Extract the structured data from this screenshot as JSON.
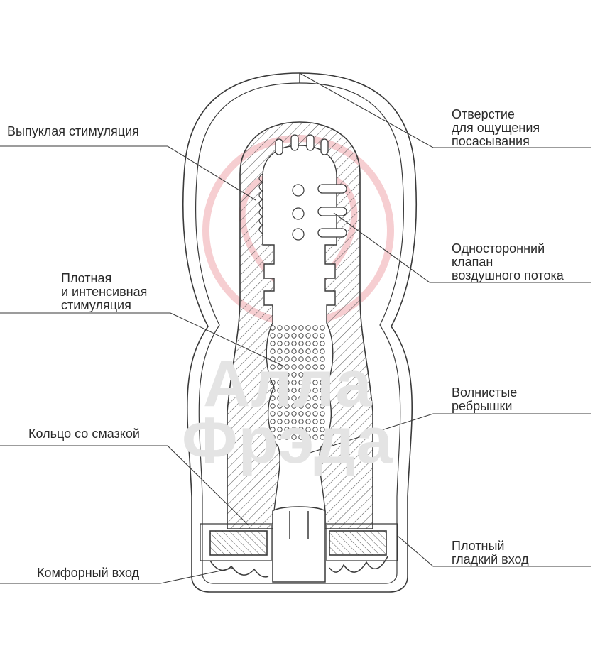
{
  "labels": {
    "vypuklaya": "Выпуклая стимуляция",
    "plotnaya": "Плотная\nи интенсивная\nстимуляция",
    "koltso": "Кольцо со смазкой",
    "komfortny": "Комфорный вход",
    "otverstie": "Отверстие\nдля ощущения\nпосасывания",
    "klapan": "Односторонний\nклапан\nвоздушного потока",
    "volnistye": "Волнистые\nребрышки",
    "gladkiy": "Плотный\nгладкий вход"
  },
  "watermark": {
    "line1": "Алла",
    "line2": "Фрэда"
  },
  "colors": {
    "stroke": "#3a3a3a",
    "text": "#2a2a2a",
    "watermark_text": "#e4e4e4",
    "watermark_logo": "#f6c9cd"
  }
}
